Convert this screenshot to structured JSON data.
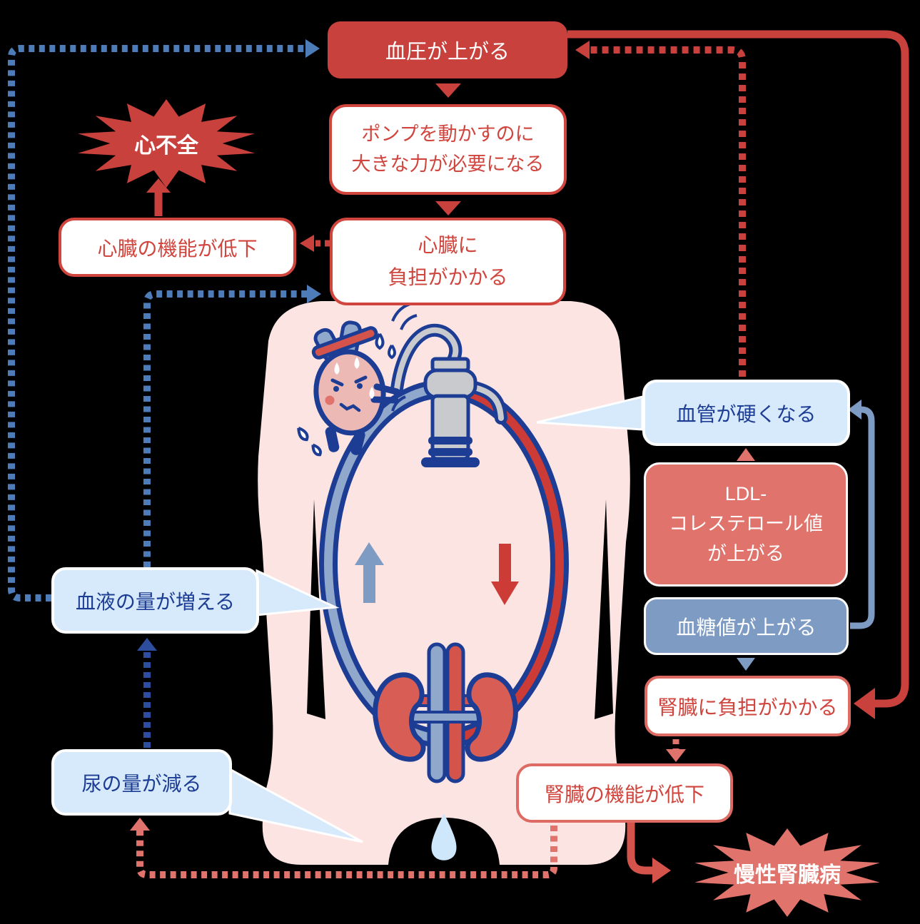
{
  "boxes": {
    "bp_up": {
      "label": "血圧が上がる"
    },
    "pump_force": {
      "label": "ポンプを動かすのに\n大きな力が必要になる"
    },
    "heart_burden": {
      "label": "心臓に\n負担がかかる"
    },
    "heart_func_down": {
      "label": "心臓の機能が低下"
    },
    "heart_failure": {
      "label": "心不全"
    },
    "blood_vol_up": {
      "label": "血液の量が増える"
    },
    "urine_down": {
      "label": "尿の量が減る"
    },
    "vessel_hard": {
      "label": "血管が硬くなる"
    },
    "ldl_up": {
      "label": "LDL-\nコレステロール値\nが上がる"
    },
    "glucose_up": {
      "label": "血糖値が上がる"
    },
    "kidney_burden": {
      "label": "腎臓に負担がかかる"
    },
    "kidney_func_down": {
      "label": "腎臓の機能が低下"
    },
    "ckd": {
      "label": "慢性腎臓病"
    }
  },
  "colors": {
    "deep_red": "#c8413c",
    "salmon": "#e0736b",
    "red_text": "#d0453e",
    "border_salmon": "#dd6b63",
    "steel_blue": "#7e9bc4",
    "light_blue_bubble": "#d6eafc",
    "navy": "#1d3d94",
    "body_pink": "#fce4e3",
    "loop_vein_blue": "#8fa8cc",
    "loop_artery_red": "#cc3b35",
    "kidney_red": "#d85e55",
    "urine_drop_blue": "#cfe7fa",
    "pump_gray": "#c9cacd",
    "dotted_blue": "#4d7cb8",
    "dotted_navy": "#2d4e9e"
  },
  "icons": {
    "heart_character": "sweating-heart-icon",
    "hand_pump": "water-pump-icon",
    "kidneys": "kidneys-icon",
    "urine_drop": "water-drop-icon",
    "circulation_up_arrow": "up-arrow-icon",
    "circulation_down_arrow": "down-arrow-icon"
  }
}
